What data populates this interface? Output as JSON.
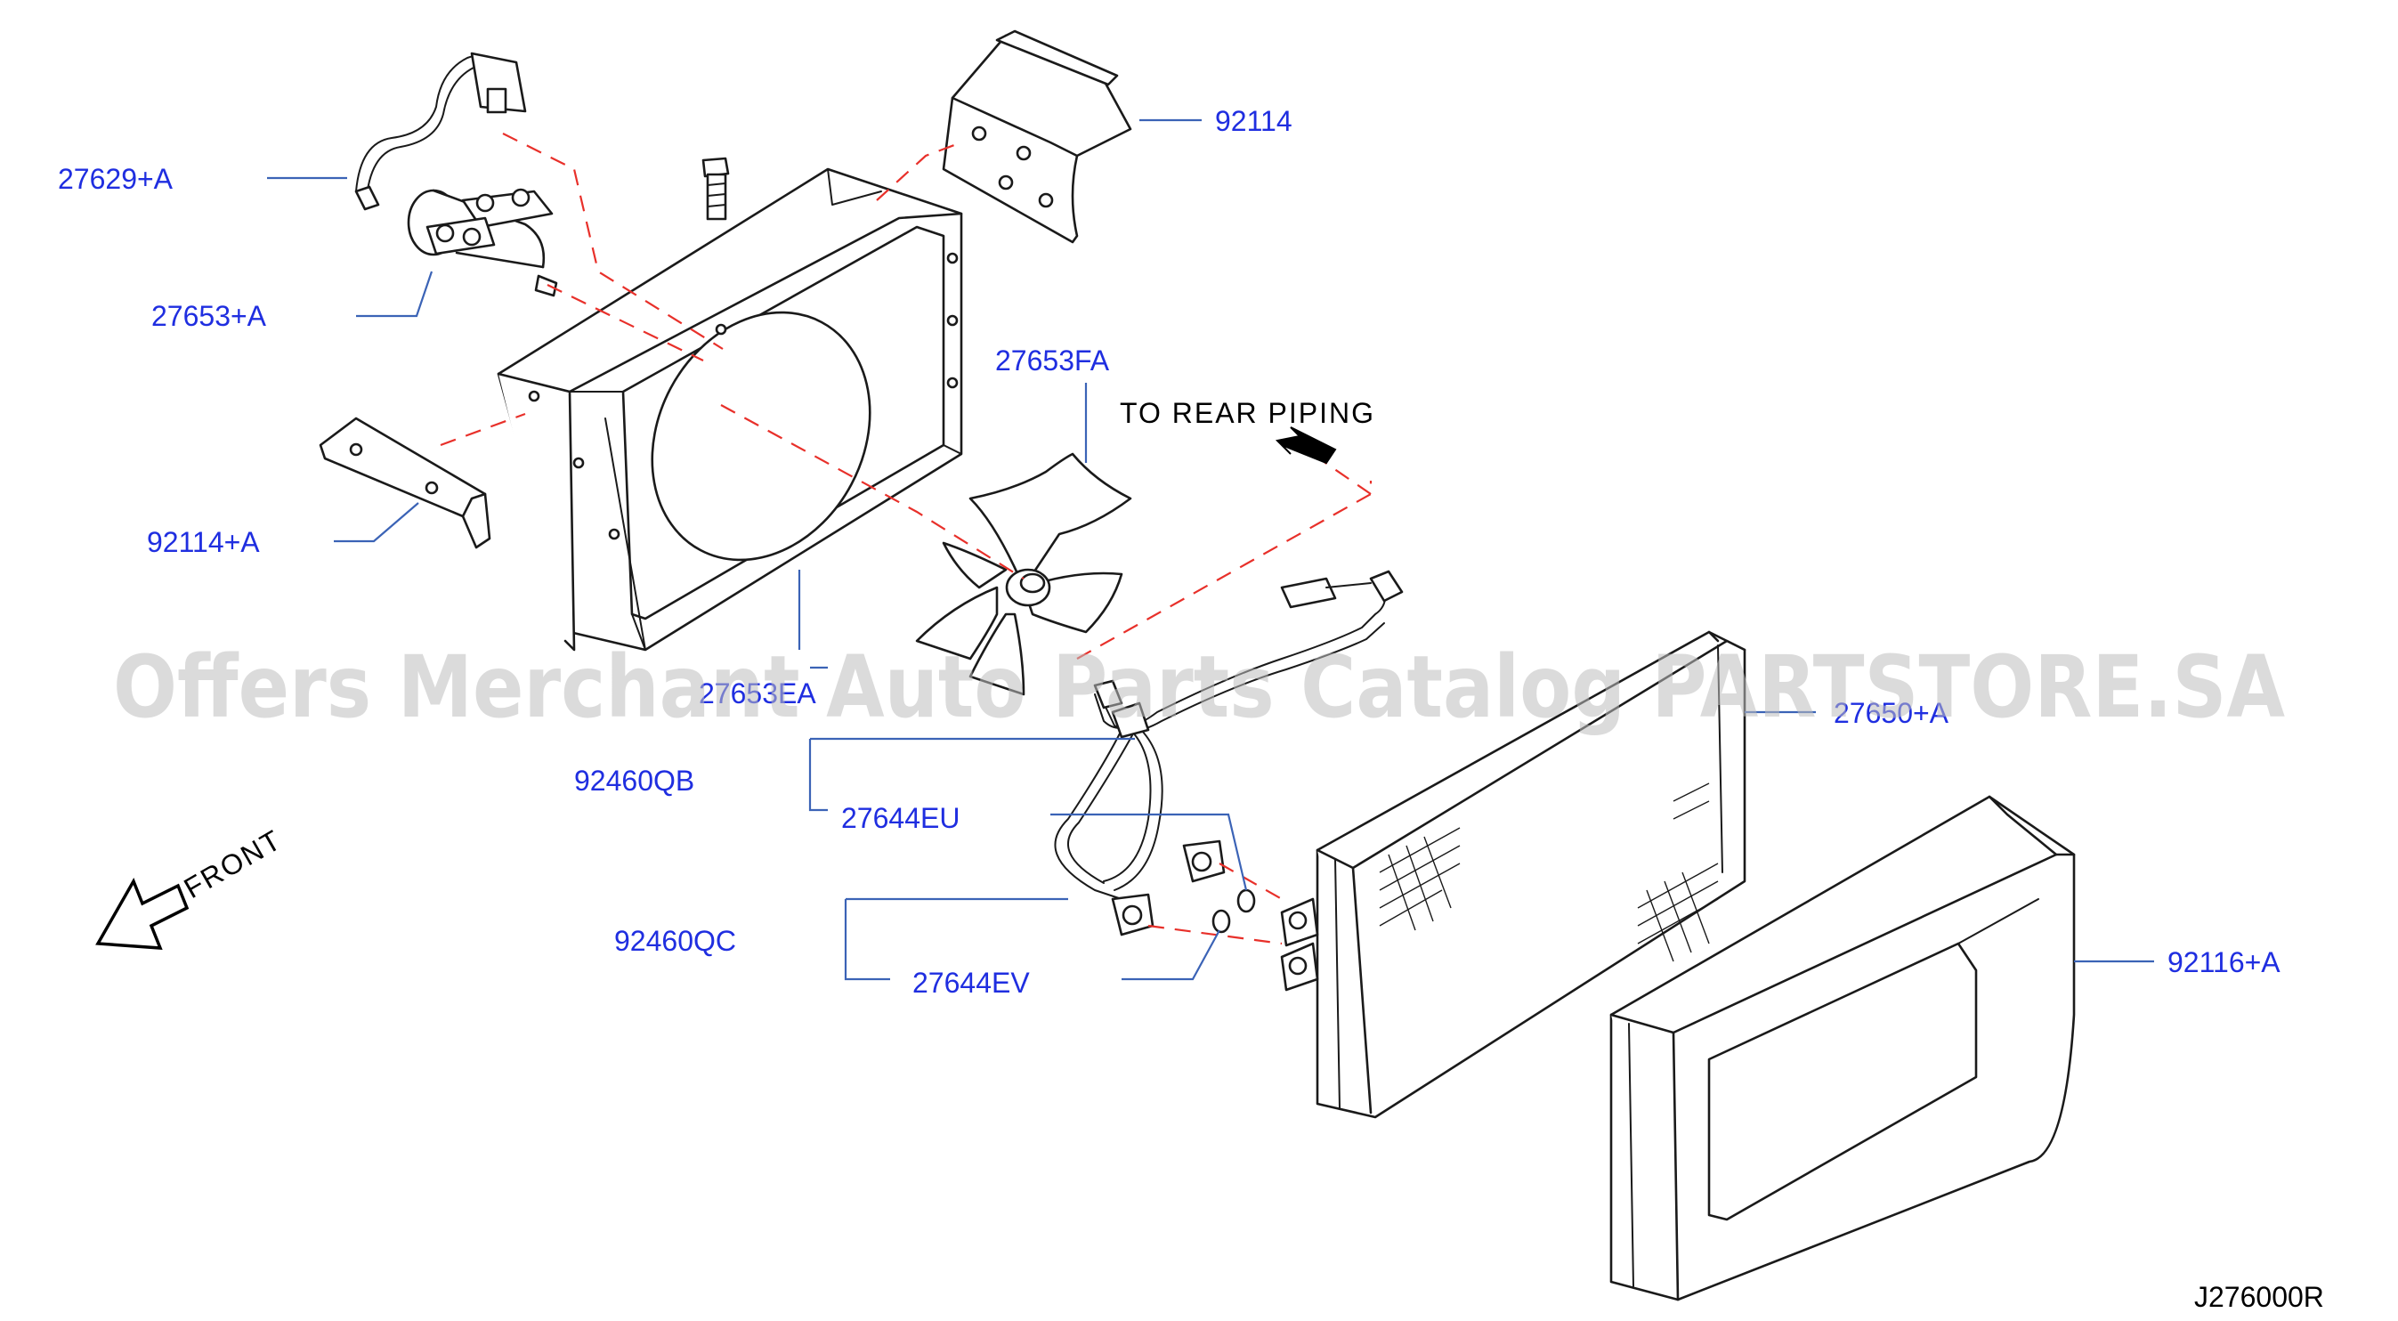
{
  "labels": {
    "p27629": "27629+A",
    "p27653": "27653+A",
    "p92114a": "92114+A",
    "p92114": "92114",
    "p27653fa": "27653FA",
    "p27653ea": "27653EA",
    "p92460qb": "92460QB",
    "p27644eu": "27644EU",
    "p92460qc": "92460QC",
    "p27644ev": "27644EV",
    "p27650": "27650+A",
    "p92116": "92116+A"
  },
  "notes": {
    "rear_piping": "TO REAR PIPING",
    "front": "FRONT",
    "diagram_code": "J276000R"
  },
  "watermark": "Offers Merchant Auto Parts Catalog PARTSTORE.SA",
  "colors": {
    "label": "#1f2ee0",
    "leader": "#3b63b6",
    "dashed_guide": "#e8302a",
    "line_art": "#1a1a1a",
    "watermark": "#bdbdbd"
  }
}
